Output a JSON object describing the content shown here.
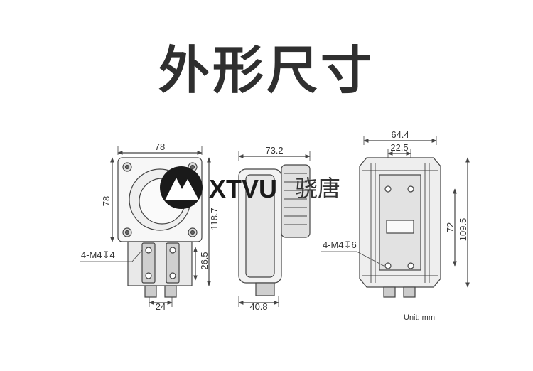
{
  "title": "外形尺寸",
  "watermark": {
    "brand": "XTVU",
    "chinese": "骁唐"
  },
  "unit_label": "Unit: mm",
  "front_view": {
    "width": "78",
    "height": "78",
    "total_height": "118.7",
    "connector_pitch": "26.5",
    "connector_spacing": "24",
    "mount_holes": "4-M4↧4"
  },
  "side_view": {
    "depth": "73.2",
    "base_depth": "40.8"
  },
  "back_view": {
    "width": "64.4",
    "hole_spacing": "22.5",
    "hole_pitch": "72",
    "height": "109.5",
    "mount_holes": "4-M4↧6"
  }
}
